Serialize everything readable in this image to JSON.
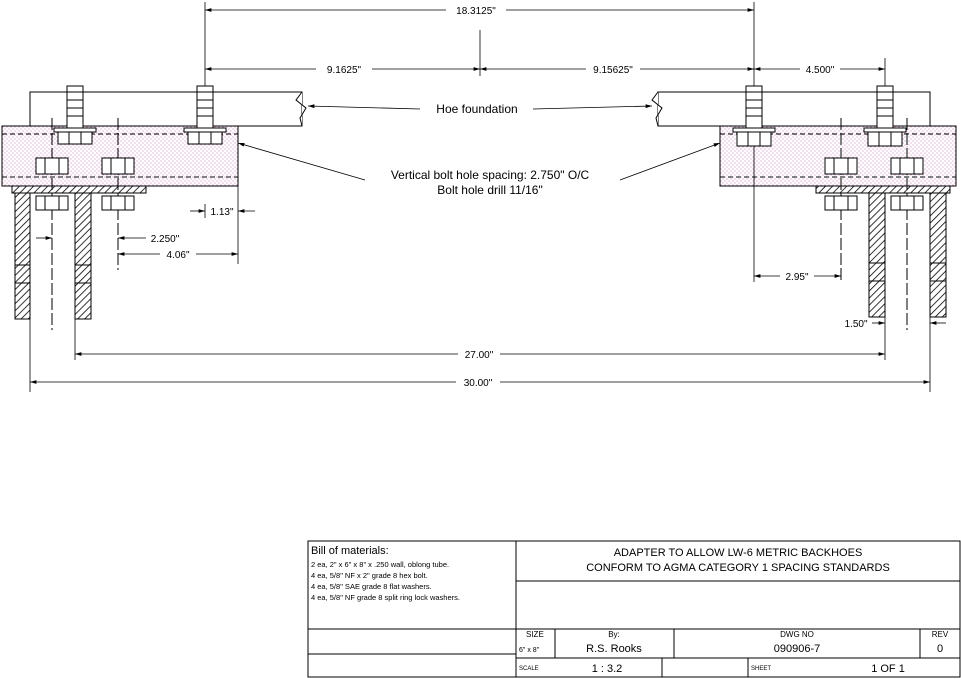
{
  "dimensions": {
    "overall_top": "18.3125\"",
    "left_half": "9.1625\"",
    "right_half": "9.15625\"",
    "right_bolt_offset": "4.500\"",
    "left_small": "1.13\"",
    "left_inner": "2.250\"",
    "left_outer": "4.06\"",
    "right_inner": "2.95\"",
    "right_edge": "1.50\"",
    "span_inner": "27.00\"",
    "span_outer": "30.00\""
  },
  "notes": {
    "hoe_foundation": "Hoe foundation",
    "bolt_spacing_line1": "Vertical bolt hole spacing: 2.750\" O/C",
    "bolt_spacing_line2": "Bolt hole drill 11/16\""
  },
  "title_block": {
    "bom_title": "Bill of materials:",
    "bom_items": [
      "2 ea, 2\" x 6\" x 8\" x .250 wall, oblong tube.",
      "4 ea, 5/8\" NF x 2\" grade 8 hex bolt.",
      "4 ea, 5/8\" SAE grade 8 flat washers.",
      "4 ea, 5/8\" NF grade 8 split ring lock washers."
    ],
    "title_line1": "ADAPTER TO ALLOW LW-6 METRIC BACKHOES",
    "title_line2": "CONFORM TO AGMA  CATEGORY 1 SPACING STANDARDS",
    "size_label": "SIZE",
    "size_value": "6\" x 8\"",
    "by_label": "By:",
    "by_value": "R.S. Rooks",
    "dwg_label": "DWG NO",
    "dwg_value": "090906-7",
    "rev_label": "REV",
    "rev_value": "0",
    "scale_label": "SCALE",
    "scale_value": "1 : 3.2",
    "sheet_label": "SHEET",
    "sheet_value": "1 OF 1"
  },
  "colors": {
    "line": "#000000",
    "stipple": "#d070b0",
    "background": "#ffffff"
  }
}
